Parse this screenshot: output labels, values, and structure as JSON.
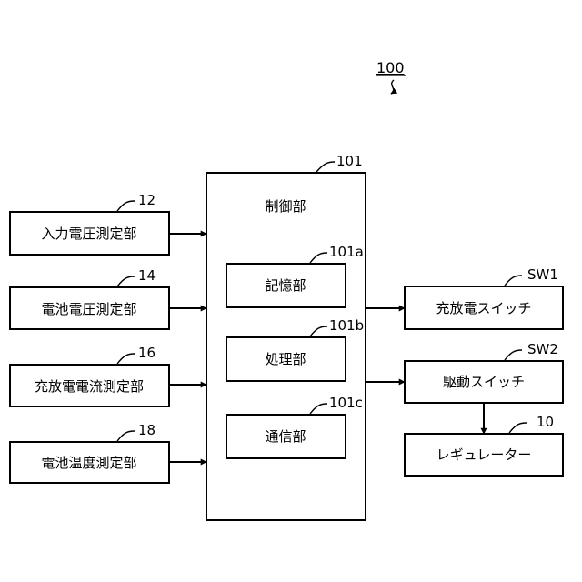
{
  "figure_ref": "100",
  "controller": {
    "ref": "101",
    "label": "制御部",
    "parts": [
      {
        "ref": "101a",
        "label": "記憶部"
      },
      {
        "ref": "101b",
        "label": "処理部"
      },
      {
        "ref": "101c",
        "label": "通信部"
      }
    ]
  },
  "inputs": [
    {
      "ref": "12",
      "label": "入力電圧測定部"
    },
    {
      "ref": "14",
      "label": "電池電圧測定部"
    },
    {
      "ref": "16",
      "label": "充放電電流測定部"
    },
    {
      "ref": "18",
      "label": "電池温度測定部"
    }
  ],
  "outputs": [
    {
      "ref": "SW1",
      "label": "充放電スイッチ"
    },
    {
      "ref": "SW2",
      "label": "駆動スイッチ"
    },
    {
      "ref": "10",
      "label": "レギュレーター"
    }
  ]
}
